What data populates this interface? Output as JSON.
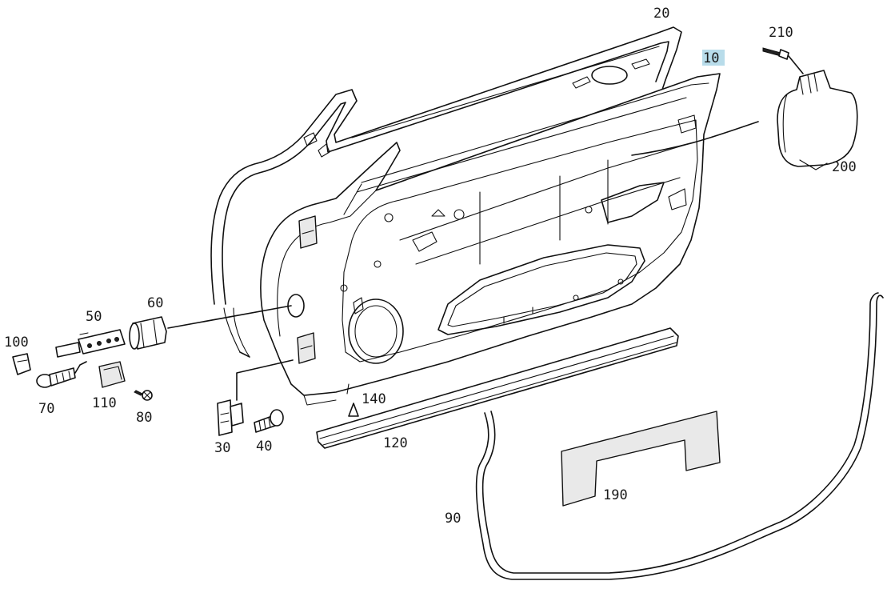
{
  "labels": {
    "p20": "20",
    "p10": "10",
    "p210": "210",
    "p200": "200",
    "p60": "60",
    "p50": "50",
    "p100": "100",
    "p70": "70",
    "p110": "110",
    "p80": "80",
    "p30": "30",
    "p40": "40",
    "p140": "140",
    "p120": "120",
    "p90": "90",
    "p190": "190"
  },
  "highlight_color": "#b8dcea"
}
